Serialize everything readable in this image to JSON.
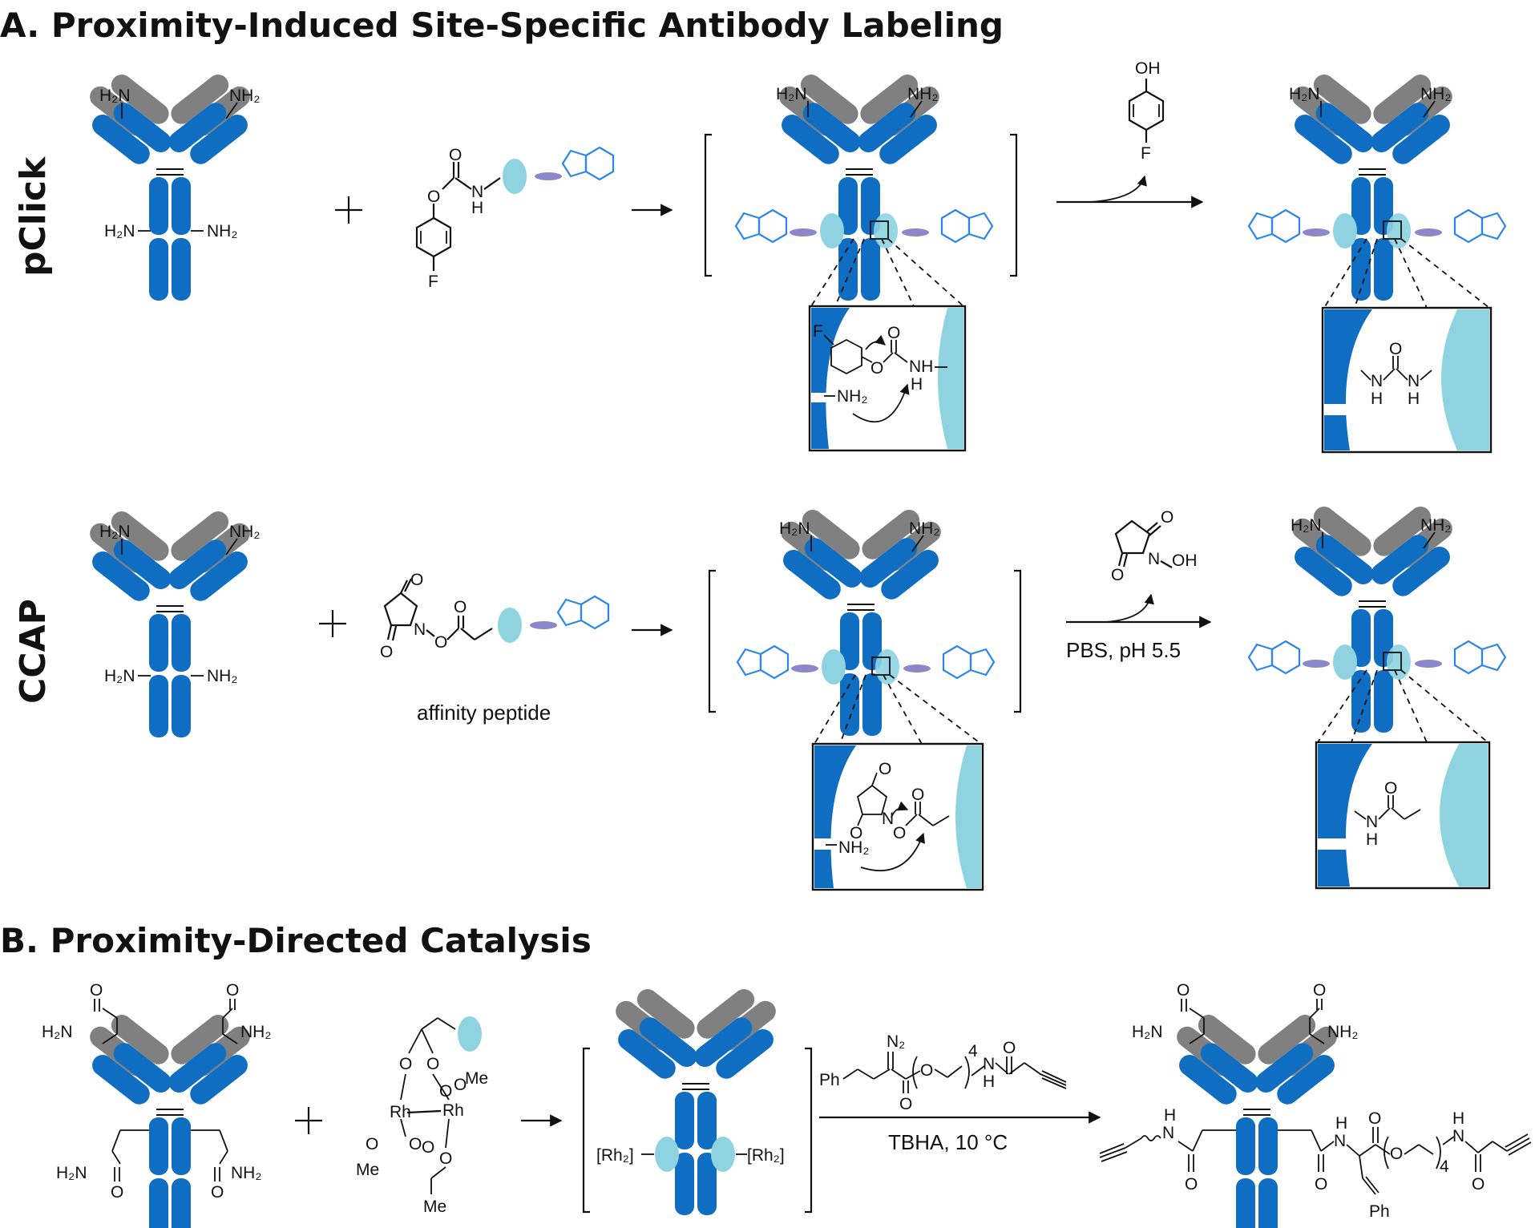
{
  "panelA": {
    "title": "A. Proximity-Induced Site-Specific Antibody Labeling",
    "rows": [
      {
        "label": "pClick"
      },
      {
        "label": "CCAP",
        "reagent_caption": "affinity peptide",
        "condition": "PBS, pH 5.5"
      }
    ]
  },
  "panelB": {
    "title": "B. Proximity-Directed Catalysis",
    "condition": "TBHA, 10 °C"
  },
  "chem": {
    "H2N": "H₂N",
    "NH2": "NH₂",
    "NH": "NH",
    "H": "H",
    "N": "N",
    "O": "O",
    "F": "F",
    "OH": "OH",
    "Rh": "Rh",
    "Me": "Me",
    "Ph": "Ph",
    "N2": "N₂",
    "Rh2": "[Rh₂]",
    "four": "4"
  },
  "colors": {
    "heavy_chain": "#0f6ec2",
    "light_chain": "#808080",
    "affinity_ligand": "#8fd3e1",
    "linker": "#8c87c9",
    "payload": "#2b86e6"
  }
}
